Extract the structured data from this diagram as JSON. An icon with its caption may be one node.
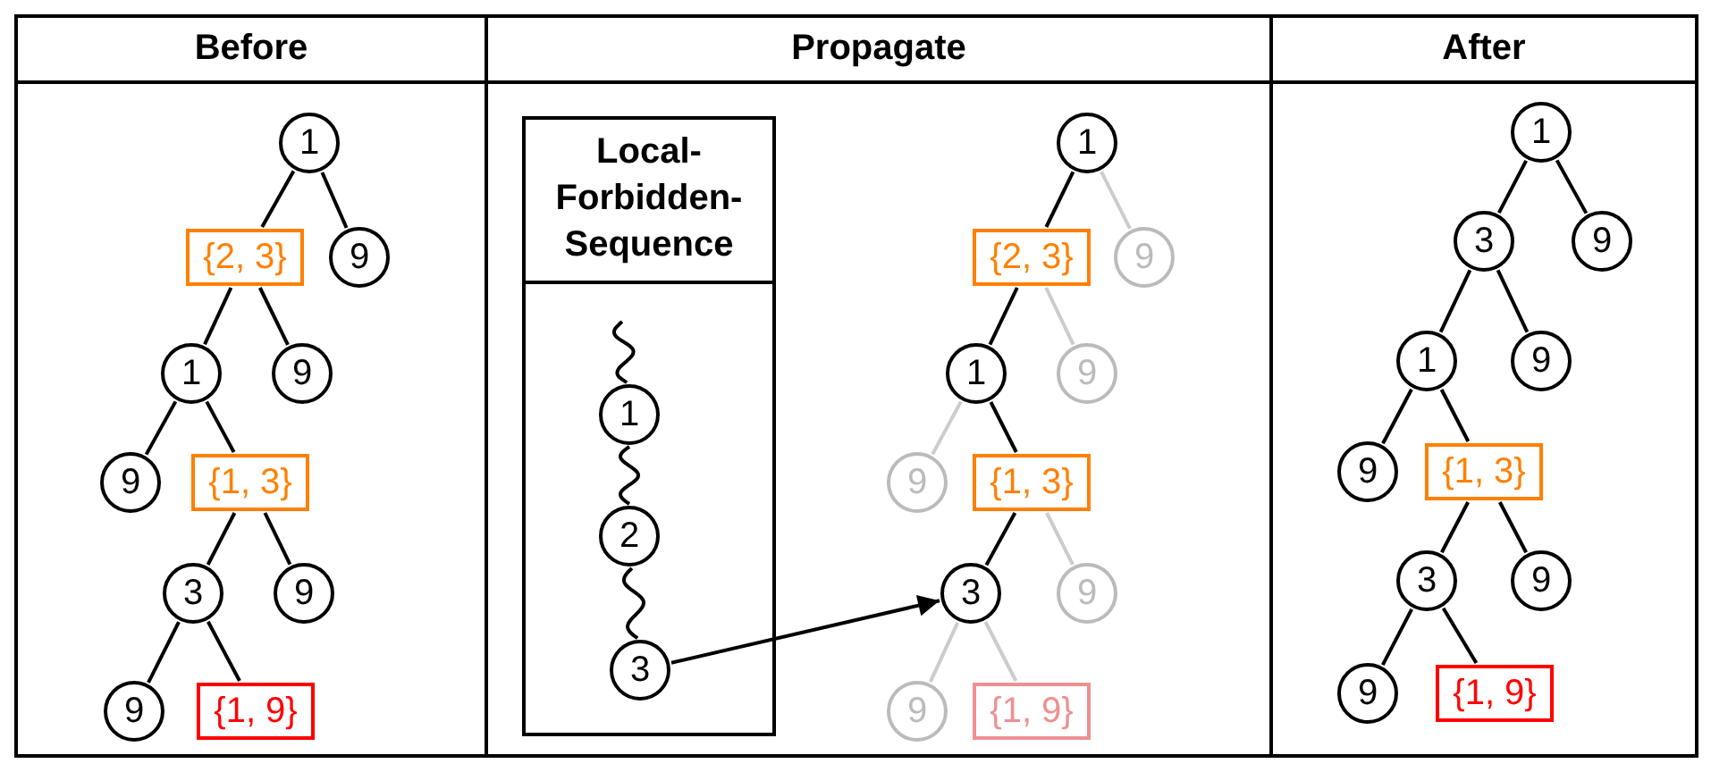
{
  "diagram": {
    "nodes": [
      {
        "text": [
          "Before"
        ]
      },
      {
        "text": [
          "1"
        ],
        "in": 0
      },
      {
        "text": [
          "{2, 3}"
        ],
        "in": 0
      },
      {
        "text": [
          "9"
        ],
        "in": 0
      },
      {
        "text": [
          "1"
        ],
        "in": 0
      },
      {
        "text": [
          "9"
        ],
        "in": 0
      },
      {
        "text": [
          "9"
        ],
        "in": 0
      },
      {
        "text": [
          "{1, 3}"
        ],
        "in": 0
      },
      {
        "text": [
          "3"
        ],
        "in": 0
      },
      {
        "text": [
          "9"
        ],
        "in": 0
      },
      {
        "text": [
          "9"
        ],
        "in": 0
      },
      {
        "text": [
          "{1, 9}"
        ],
        "in": 0
      },
      {
        "text": [
          "Propagate"
        ]
      },
      {
        "text": [
          "Local- Forbidden- Sequence"
        ],
        "in": 12
      },
      {
        "text": [
          "1"
        ],
        "in": 13
      },
      {
        "text": [
          "2"
        ],
        "in": 13
      },
      {
        "text": [
          "3"
        ],
        "in": 13
      },
      {
        "text": [
          "1"
        ],
        "in": 12
      },
      {
        "text": [
          "{2, 3}"
        ],
        "in": 12
      },
      {
        "text": [
          "9"
        ],
        "in": 12
      },
      {
        "text": [
          "1"
        ],
        "in": 12
      },
      {
        "text": [
          "9"
        ],
        "in": 12
      },
      {
        "text": [
          "9"
        ],
        "in": 12
      },
      {
        "text": [
          "{1, 3}"
        ],
        "in": 12
      },
      {
        "text": [
          "3"
        ],
        "in": 12
      },
      {
        "text": [
          "9"
        ],
        "in": 12
      },
      {
        "text": [
          "9"
        ],
        "in": 12
      },
      {
        "text": [
          "{1, 9}"
        ],
        "in": 12
      },
      {
        "text": [
          "After"
        ]
      },
      {
        "text": [
          "1"
        ],
        "in": 28
      },
      {
        "text": [
          "3"
        ],
        "in": 28
      },
      {
        "text": [
          "9"
        ],
        "in": 28
      },
      {
        "text": [
          "1"
        ],
        "in": 28
      },
      {
        "text": [
          "9"
        ],
        "in": 28
      },
      {
        "text": [
          "9"
        ],
        "in": 28
      },
      {
        "text": [
          "{1, 3}"
        ],
        "in": 28
      },
      {
        "text": [
          "3"
        ],
        "in": 28
      },
      {
        "text": [
          "9"
        ],
        "in": 28
      },
      {
        "text": [
          "9"
        ],
        "in": 28
      },
      {
        "text": [
          "{1, 9}"
        ],
        "in": 28
      }
    ],
    "edges": [
      {
        "from": 1,
        "to": 2,
        "arrow": "none"
      },
      {
        "from": 1,
        "to": 3,
        "arrow": "none"
      },
      {
        "from": 2,
        "to": 4,
        "arrow": "none"
      },
      {
        "from": 2,
        "to": 5,
        "arrow": "none"
      },
      {
        "from": 4,
        "to": 6,
        "arrow": "none"
      },
      {
        "from": 4,
        "to": 7,
        "arrow": "none"
      },
      {
        "from": 7,
        "to": 8,
        "arrow": "none"
      },
      {
        "from": 7,
        "to": 9,
        "arrow": "none"
      },
      {
        "from": 8,
        "to": 10,
        "arrow": "none"
      },
      {
        "from": 8,
        "to": 11,
        "arrow": "none"
      },
      {
        "from": null,
        "to": 14,
        "arrow": "none"
      },
      {
        "from": 14,
        "to": 15,
        "arrow": "none"
      },
      {
        "from": 15,
        "to": 16,
        "arrow": "none"
      },
      {
        "from": 17,
        "to": 18,
        "arrow": "none"
      },
      {
        "from": 17,
        "to": 19,
        "arrow": "none",
        "color": "#cccccc"
      },
      {
        "from": 18,
        "to": 20,
        "arrow": "none"
      },
      {
        "from": 18,
        "to": 21,
        "arrow": "none",
        "color": "#cccccc"
      },
      {
        "from": 20,
        "to": 22,
        "arrow": "none",
        "color": "#cccccc"
      },
      {
        "from": 20,
        "to": 23,
        "arrow": "none"
      },
      {
        "from": 23,
        "to": 24,
        "arrow": "none"
      },
      {
        "from": 23,
        "to": 25,
        "arrow": "none",
        "color": "#cccccc"
      },
      {
        "from": 24,
        "to": 26,
        "arrow": "none",
        "color": "#cccccc"
      },
      {
        "from": 24,
        "to": 27,
        "arrow": "none",
        "color": "#cccccc"
      },
      {
        "from": 16,
        "to": 24,
        "arrow": "to"
      },
      {
        "from": 29,
        "to": 30,
        "arrow": "none"
      },
      {
        "from": 29,
        "to": 31,
        "arrow": "none"
      },
      {
        "from": 30,
        "to": 32,
        "arrow": "none"
      },
      {
        "from": 30,
        "to": 33,
        "arrow": "none"
      },
      {
        "from": 32,
        "to": 34,
        "arrow": "none"
      },
      {
        "from": 32,
        "to": 35,
        "arrow": "none"
      },
      {
        "from": 35,
        "to": 36,
        "arrow": "none"
      },
      {
        "from": 35,
        "to": 37,
        "arrow": "none"
      },
      {
        "from": 36,
        "to": 38,
        "arrow": "none"
      },
      {
        "from": 36,
        "to": 39,
        "arrow": "none"
      }
    ]
  }
}
